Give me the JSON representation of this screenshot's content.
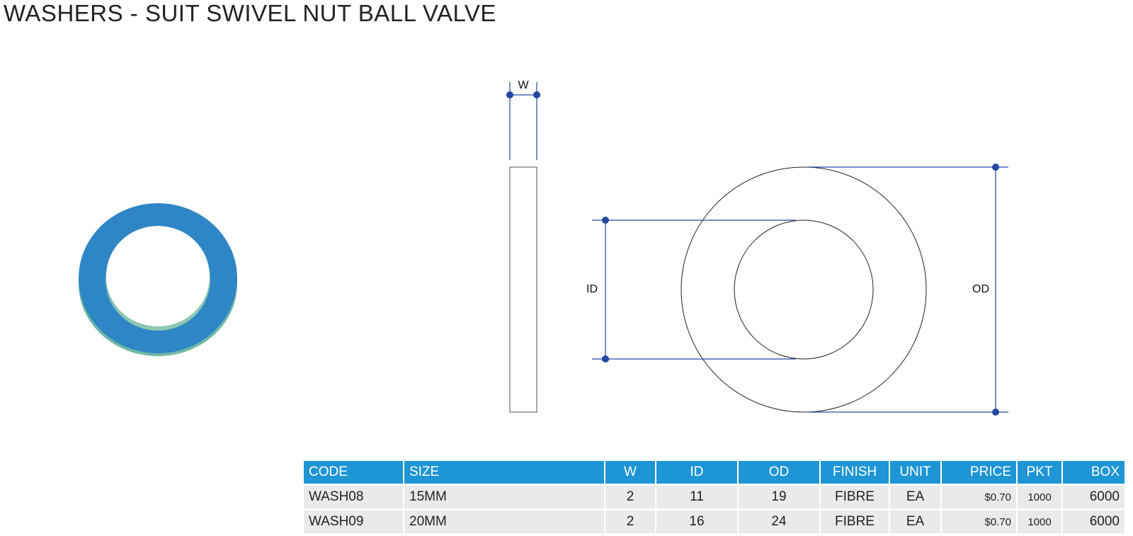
{
  "title": "WASHERS - SUIT SWIVEL NUT BALL VALVE",
  "colors": {
    "accent": "#1e95d4",
    "washer": "#2f86c6",
    "dimension_line": "#2447a0"
  },
  "diagram": {
    "labels": {
      "w": "W",
      "id": "ID",
      "od": "OD"
    }
  },
  "table": {
    "headers": {
      "code": "CODE",
      "size": "SIZE",
      "w": "W",
      "id": "ID",
      "od": "OD",
      "finish": "FINISH",
      "unit": "UNIT",
      "price": "PRICE",
      "pkt": "PKT",
      "box": "BOX"
    },
    "rows": [
      {
        "code": "WASH08",
        "size": "15MM",
        "w": "2",
        "id": "11",
        "od": "19",
        "finish": "FIBRE",
        "unit": "EA",
        "price": "$0.70",
        "pkt": "1000",
        "box": "6000"
      },
      {
        "code": "WASH09",
        "size": "20MM",
        "w": "2",
        "id": "16",
        "od": "24",
        "finish": "FIBRE",
        "unit": "EA",
        "price": "$0.70",
        "pkt": "1000",
        "box": "6000"
      }
    ]
  }
}
